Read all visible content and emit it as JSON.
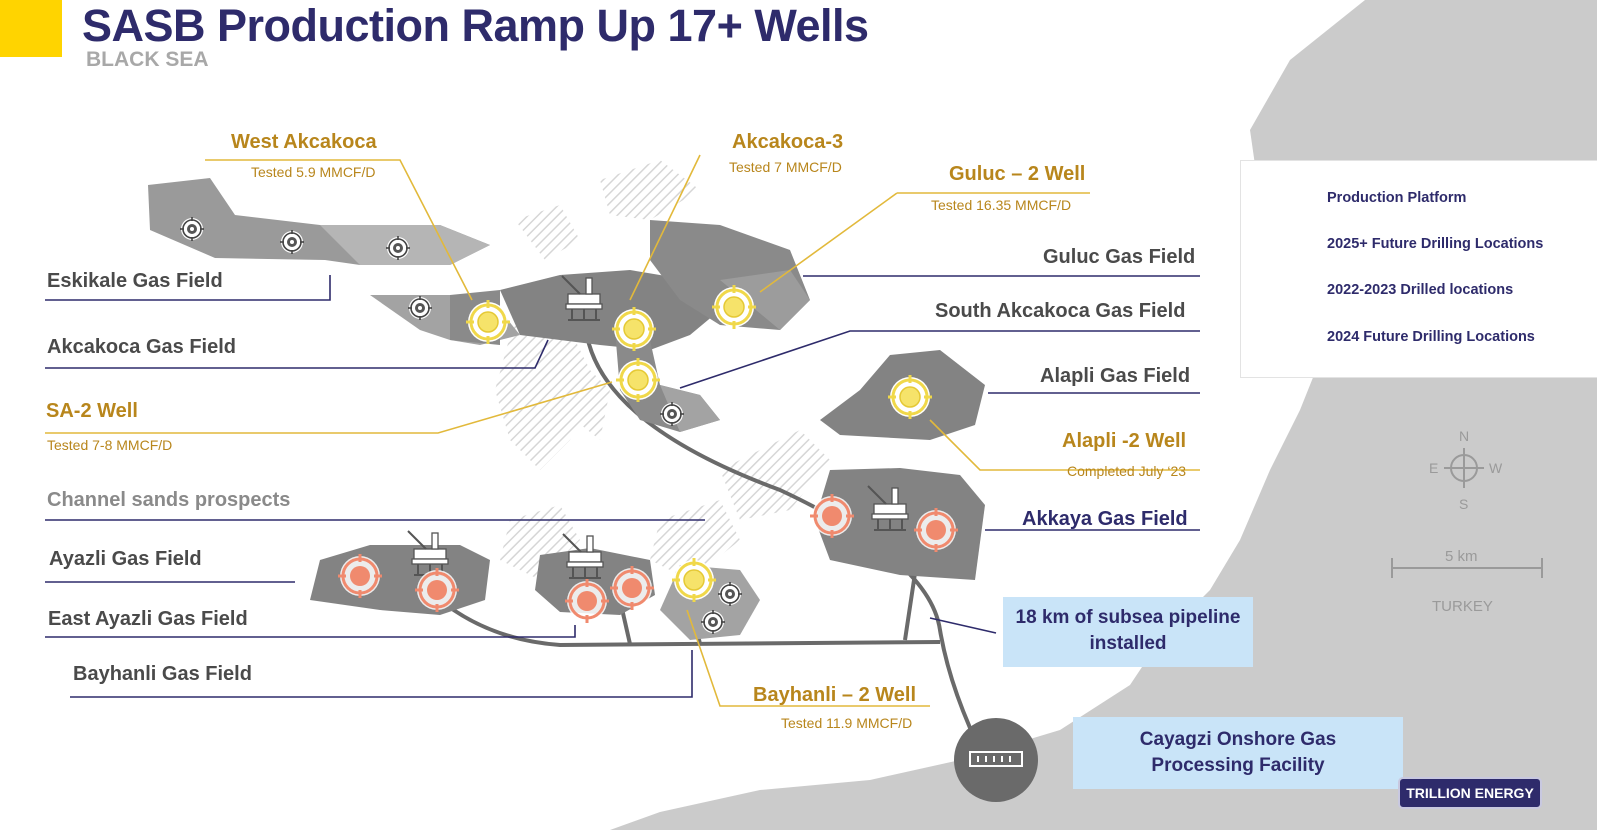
{
  "title": "SASB Production Ramp Up 17+ Wells",
  "subtitle": "BLACK SEA",
  "colors": {
    "title": "#2e2b6b",
    "accent_yellow": "#ffd400",
    "well_label": "#b8861c",
    "field_label": "#4a4a4a",
    "field_dark": "#838383",
    "field_light": "#a3a3a3",
    "land": "#cbcbcb",
    "pipeline": "#6a6a6a",
    "drilled": "#f6e36a",
    "future_2024": "#f08a6e",
    "future_2025": "#e3e3e3",
    "infobox": "#c9e4f8"
  },
  "wells": {
    "west_akcakoca": {
      "name": "West Akcakoca",
      "test": "Tested 5.9 MMCF/D"
    },
    "akcakoca_3": {
      "name": "Akcakoca-3",
      "test": "Tested 7 MMCF/D"
    },
    "guluc_2": {
      "name": "Guluc – 2 Well",
      "test": "Tested 16.35 MMCF/D"
    },
    "sa_2": {
      "name": "SA-2 Well",
      "test": "Tested 7-8 MMCF/D"
    },
    "alapli_2": {
      "name": "Alapli -2 Well",
      "test": "Completed July ‘23"
    },
    "bayhanli_2": {
      "name": "Bayhanli – 2 Well",
      "test": "Tested 11.9 MMCF/D"
    }
  },
  "fields": {
    "eskikale": "Eskikale Gas Field",
    "akcakoca": "Akcakoca Gas Field",
    "channel_sands": "Channel sands prospects",
    "ayazli": "Ayazli Gas Field",
    "east_ayazli": "East Ayazli Gas Field",
    "bayhanli": "Bayhanli Gas Field",
    "guluc": "Guluc Gas Field",
    "south_akcakoca": "South Akcakoca Gas Field",
    "alapli": "Alapli Gas Field",
    "akkaya": "Akkaya Gas Field"
  },
  "legend": {
    "items": [
      {
        "label": "Production Platform",
        "icon": "platform-icon"
      },
      {
        "label": "2025+ Future Drilling Locations",
        "icon": "target-icon-grey"
      },
      {
        "label": "2022-2023 Drilled locations",
        "icon": "target-icon-yellow"
      },
      {
        "label": "2024 Future Drilling Locations",
        "icon": "target-icon-orange"
      }
    ]
  },
  "pipeline_note": "18 km of subsea pipeline installed",
  "facility": "Cayagzi Onshore Gas Processing Facility",
  "compass": {
    "n": "N",
    "e": "E",
    "w": "W",
    "s": "S"
  },
  "scale": "5 km",
  "country": "TURKEY",
  "logo": "TRILLION ENERGY"
}
